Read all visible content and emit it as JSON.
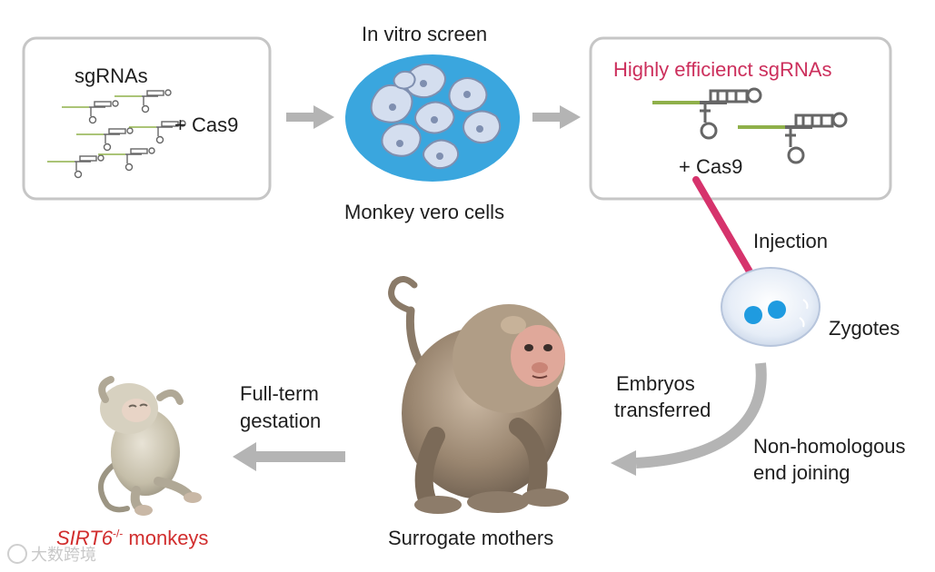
{
  "labels": {
    "sgrnas": "sgRNAs",
    "plus_cas9_left": "+ Cas9",
    "in_vitro_screen": "In vitro screen",
    "monkey_vero_cells": "Monkey vero cells",
    "highly_efficient": "Highly efficienct sgRNAs",
    "plus_cas9_right": "+ Cas9",
    "injection": "Injection",
    "zygotes": "Zygotes",
    "embryos_transferred_1": "Embryos",
    "embryos_transferred_2": "transferred",
    "nhej_1": "Non-homologous",
    "nhej_2": "end joining",
    "full_term_1": "Full-term",
    "full_term_2": "gestation",
    "surrogate_mothers": "Surrogate mothers",
    "sirt6_gene": "SIRT6",
    "sirt6_super": "-/-",
    "sirt6_suffix": " monkeys"
  },
  "watermark": {
    "text": "大数跨境"
  },
  "colors": {
    "box_border": "#c6c6c6",
    "arrow_gray": "#b4b4b4",
    "cell_blue": "#3aa6de",
    "cell_light": "#d4deef",
    "injection_pink": "#d6336c",
    "sgrna_green": "#8fb04a",
    "sgrna_gray": "#666666",
    "nucleus_blue": "#1f9be0"
  }
}
